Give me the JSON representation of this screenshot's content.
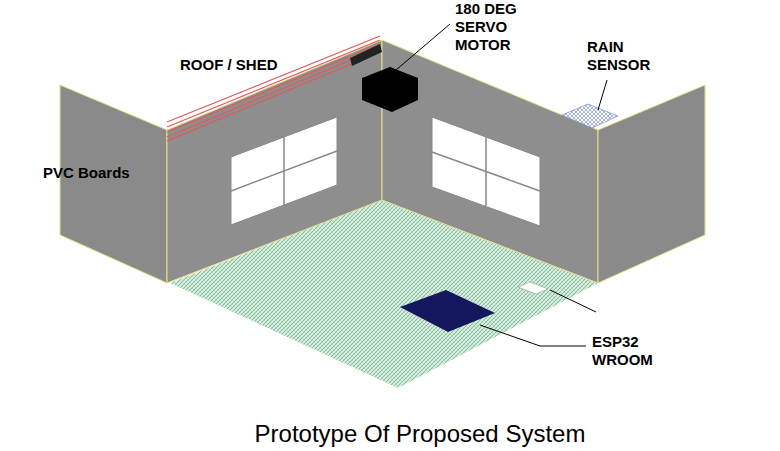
{
  "diagram": {
    "caption": "Prototype Of Proposed System",
    "labels": [
      "180 DEG SERVO MOTOR",
      "ROOF / SHED",
      "RAIN SENSOR",
      "PVC Boards",
      "ESP32 WROOM"
    ]
  }
}
